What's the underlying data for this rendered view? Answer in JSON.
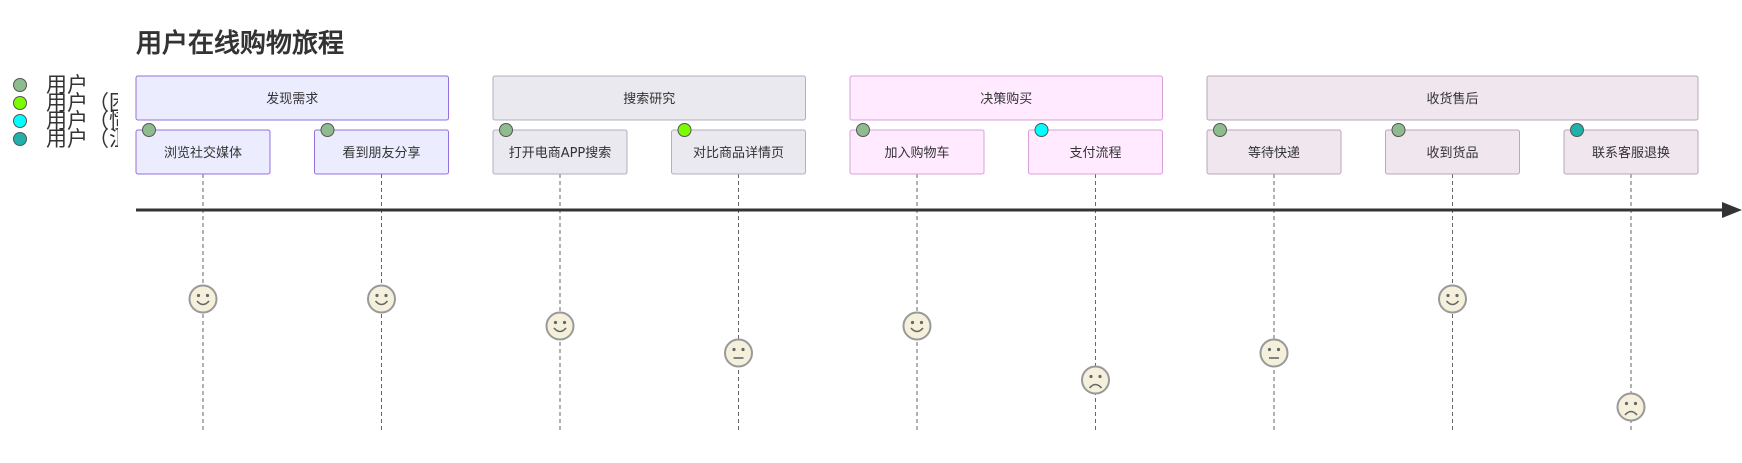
{
  "title": "用户在线购物旅程",
  "legend": [
    {
      "label": "用户",
      "color": "#8fbc8f"
    },
    {
      "label": "用户（困",
      "color": "#7cfc00"
    },
    {
      "label": "用户（愤怒",
      "color": "#00ffff"
    },
    {
      "label": "用户（沮",
      "color": "#20b2aa"
    }
  ],
  "sections": [
    {
      "label": "发现需求",
      "fill": "#ececff",
      "stroke": "#9370db",
      "task_count": 2
    },
    {
      "label": "搜索研究",
      "fill": "#e9e9ef",
      "stroke": "#b0b0c0",
      "task_count": 2
    },
    {
      "label": "决策购买",
      "fill": "#ffeaff",
      "stroke": "#d8a0d8",
      "task_count": 2
    },
    {
      "label": "收货售后",
      "fill": "#efe6ee",
      "stroke": "#b8a8b8",
      "task_count": 3
    }
  ],
  "tasks": [
    {
      "label": "浏览社交媒体",
      "section": 0,
      "score": 5,
      "actor_color": "#8fbc8f"
    },
    {
      "label": "看到朋友分享",
      "section": 0,
      "score": 5,
      "actor_color": "#8fbc8f"
    },
    {
      "label": "打开电商APP搜索",
      "section": 1,
      "score": 4,
      "actor_color": "#8fbc8f"
    },
    {
      "label": "对比商品详情页",
      "section": 1,
      "score": 3,
      "actor_color": "#7cfc00"
    },
    {
      "label": "加入购物车",
      "section": 2,
      "score": 4,
      "actor_color": "#8fbc8f"
    },
    {
      "label": "支付流程",
      "section": 2,
      "score": 2,
      "actor_color": "#00ffff"
    },
    {
      "label": "等待快递",
      "section": 3,
      "score": 3,
      "actor_color": "#8fbc8f"
    },
    {
      "label": "收到货品",
      "section": 3,
      "score": 5,
      "actor_color": "#8fbc8f"
    },
    {
      "label": "联系客服退换",
      "section": 3,
      "score": 1,
      "actor_color": "#20b2aa"
    }
  ],
  "colors": {
    "face_fill": "#f5f0dc",
    "face_stroke": "#999999",
    "axis": "#333333",
    "text": "#333333"
  }
}
